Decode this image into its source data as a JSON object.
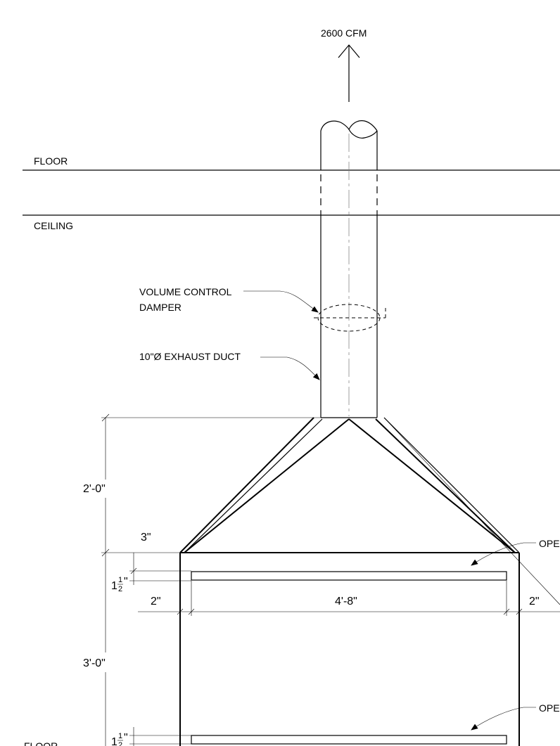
{
  "airflow": {
    "label": "2600 CFM"
  },
  "levels": {
    "floor_top": "FLOOR",
    "ceiling": "CEILING",
    "floor_bottom": "FLOOR"
  },
  "callouts": {
    "damper_line1": "VOLUME CONTROL",
    "damper_line2": "DAMPER",
    "duct": "10\"Ø  EXHAUST DUCT",
    "opening_upper": "OPE",
    "opening_lower": "OPE"
  },
  "dimensions": {
    "hood_height": "2'-0\"",
    "top_offset": "3\"",
    "slot_upper_whole": "1",
    "slot_upper_num": "1",
    "slot_upper_den": "2",
    "slot_upper_unit": "\"",
    "left_margin": "2\"",
    "slot_width": "4'-8\"",
    "right_margin": "2\"",
    "box_height": "3'-0\"",
    "slot_lower_whole": "1",
    "slot_lower_num": "1",
    "slot_lower_den": "2",
    "slot_lower_unit": "\""
  }
}
